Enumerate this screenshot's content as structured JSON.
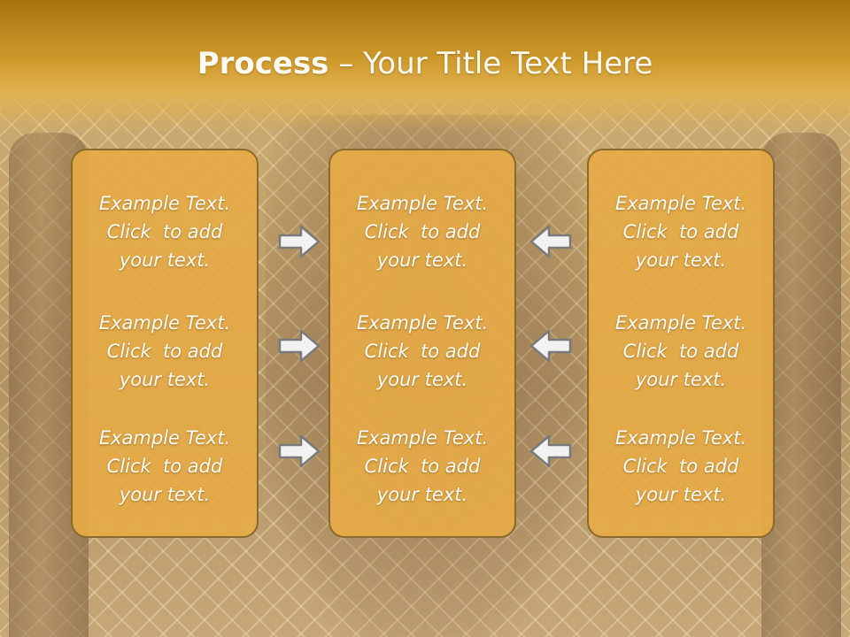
{
  "title": {
    "bold": "Process",
    "rest": " – Your Title Text Here"
  },
  "columns": [
    {
      "items": [
        {
          "l1": "Example Text.",
          "l2": "Click  to add",
          "l3": "your text."
        },
        {
          "l1": "Example Text.",
          "l2": "Click  to add",
          "l3": "your text."
        },
        {
          "l1": "Example Text.",
          "l2": "Click  to add",
          "l3": "your text."
        }
      ]
    },
    {
      "items": [
        {
          "l1": "Example Text.",
          "l2": "Click  to add",
          "l3": "your text."
        },
        {
          "l1": "Example Text.",
          "l2": "Click  to add",
          "l3": "your text."
        },
        {
          "l1": "Example Text.",
          "l2": "Click  to add",
          "l3": "your text."
        }
      ]
    },
    {
      "items": [
        {
          "l1": "Example Text.",
          "l2": "Click  to add",
          "l3": "your text."
        },
        {
          "l1": "Example Text.",
          "l2": "Click  to add",
          "l3": "your text."
        },
        {
          "l1": "Example Text.",
          "l2": "Click  to add",
          "l3": "your text."
        }
      ]
    }
  ],
  "arrows": {
    "left_group": "arrow-right-icon",
    "right_group": "arrow-left-icon"
  },
  "colors": {
    "header": "#cf9a2c",
    "box": "#e6aa46",
    "box_border": "#8a6a2a",
    "arrow_fill": "#f2f2f2",
    "arrow_stroke": "#7a7a7a"
  }
}
